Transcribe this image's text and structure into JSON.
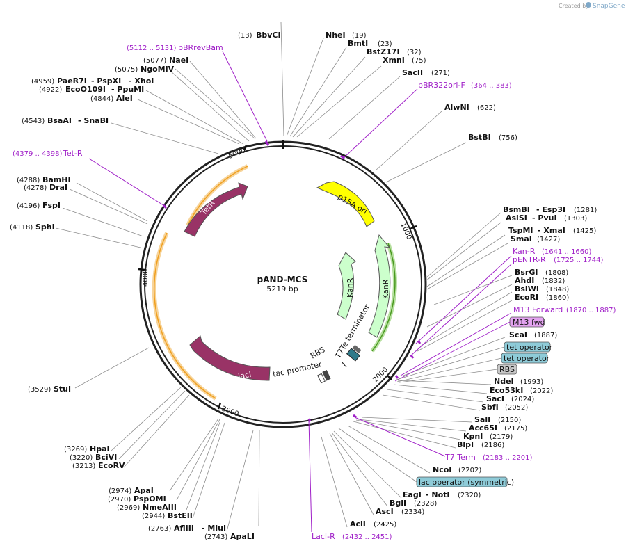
{
  "credit": {
    "prefix": "Created by",
    "brand": "SnapGene"
  },
  "plasmid": {
    "name": "pAND-MCS",
    "size_label": "5219 bp"
  },
  "ruler": [
    {
      "label": "1000"
    },
    {
      "label": "2000"
    },
    {
      "label": "3000"
    },
    {
      "label": "4000"
    },
    {
      "label": "5000"
    }
  ],
  "features": [
    {
      "name": "p15A ori",
      "color": "#ffff00"
    },
    {
      "name": "KanR",
      "color": "#ccffcc"
    },
    {
      "name": "KanR",
      "color": "#ccffcc"
    },
    {
      "name": "TetR",
      "color": "#993366"
    },
    {
      "name": "lacI",
      "color": "#993366"
    },
    {
      "name": "tac promoter",
      "color": "#ffffff"
    },
    {
      "name": "RBS",
      "color": "#ffffff"
    },
    {
      "name": "T7Te terminator",
      "color": "#ffffff"
    }
  ],
  "enzymes": [
    {
      "name": "BbvCI",
      "pos": "(13)"
    },
    {
      "name": "NheI",
      "pos": "(19)"
    },
    {
      "name": "BmtI",
      "pos": "(23)"
    },
    {
      "name": "BstZ17I",
      "pos": "(32)"
    },
    {
      "name": "XmnI",
      "pos": "(75)"
    },
    {
      "name": "SacII",
      "pos": "(271)"
    },
    {
      "name": "AlwNI",
      "pos": "(622)"
    },
    {
      "name": "BstBI",
      "pos": "(756)"
    },
    {
      "name": "BsmBI",
      "pos": "(1281)",
      "partner": "- Esp3I"
    },
    {
      "name": "AsiSI",
      "pos": "(1303)",
      "partner": "- PvuI"
    },
    {
      "name": "TspMI",
      "pos": "(1425)",
      "partner": "- XmaI"
    },
    {
      "name": "SmaI",
      "pos": "(1427)"
    },
    {
      "name": "BsrGI",
      "pos": "(1808)"
    },
    {
      "name": "AhdI",
      "pos": "(1832)"
    },
    {
      "name": "BsiWI",
      "pos": "(1848)"
    },
    {
      "name": "EcoRI",
      "pos": "(1860)"
    },
    {
      "name": "ScaI",
      "pos": "(1887)"
    },
    {
      "name": "NdeI",
      "pos": "(1993)"
    },
    {
      "name": "Eco53kI",
      "pos": "(2022)"
    },
    {
      "name": "SacI",
      "pos": "(2024)"
    },
    {
      "name": "SbfI",
      "pos": "(2052)"
    },
    {
      "name": "SalI",
      "pos": "(2150)"
    },
    {
      "name": "Acc65I",
      "pos": "(2175)"
    },
    {
      "name": "KpnI",
      "pos": "(2179)"
    },
    {
      "name": "BlpI",
      "pos": "(2186)"
    },
    {
      "name": "NcoI",
      "pos": "(2202)"
    },
    {
      "name": "EagI",
      "pos": "(2320)",
      "partner": "- NotI"
    },
    {
      "name": "BglI",
      "pos": "(2328)"
    },
    {
      "name": "AscI",
      "pos": "(2334)"
    },
    {
      "name": "AclI",
      "pos": "(2425)"
    },
    {
      "name": "ApaLI",
      "pos": "(2743)"
    },
    {
      "name": "AflIII",
      "pos": "(2763)",
      "partner": "- MluI"
    },
    {
      "name": "BstEII",
      "pos": "(2944)"
    },
    {
      "name": "NmeAIII",
      "pos": "(2969)"
    },
    {
      "name": "PspOMI",
      "pos": "(2970)"
    },
    {
      "name": "ApaI",
      "pos": "(2974)"
    },
    {
      "name": "EcoRV",
      "pos": "(3213)"
    },
    {
      "name": "BciVI",
      "pos": "(3220)"
    },
    {
      "name": "HpaI",
      "pos": "(3269)"
    },
    {
      "name": "StuI",
      "pos": "(3529)"
    },
    {
      "name": "SphI",
      "pos": "(4118)"
    },
    {
      "name": "FspI",
      "pos": "(4196)"
    },
    {
      "name": "DraI",
      "pos": "(4278)"
    },
    {
      "name": "BamHI",
      "pos": "(4288)"
    },
    {
      "name": "BsaAI",
      "pos": "(4543)",
      "partner": "- SnaBI"
    },
    {
      "name": "AleI",
      "pos": "(4844)"
    },
    {
      "name": "EcoO109I",
      "pos": "(4922)",
      "partner": "- PpuMI"
    },
    {
      "name": "PaeR7I",
      "pos": "(4959)",
      "partner": "- PspXI",
      "partner2": "- XhoI"
    },
    {
      "name": "NgoMIV",
      "pos": "(5075)"
    },
    {
      "name": "NaeI",
      "pos": "(5077)"
    }
  ],
  "primers": [
    {
      "name": "pBRrevBam",
      "pos": "(5112 .. 5131)"
    },
    {
      "name": "pBR322ori-F",
      "pos": "(364 .. 383)"
    },
    {
      "name": "Kan-R",
      "pos": "(1641 .. 1660)"
    },
    {
      "name": "pENTR-R",
      "pos": "(1725 .. 1744)"
    },
    {
      "name": "M13 Forward",
      "pos": "(1870 .. 1887)"
    },
    {
      "name": "T7 Term",
      "pos": "(2183 .. 2201)"
    },
    {
      "name": "LacI-R",
      "pos": "(2432 .. 2451)"
    },
    {
      "name": "Tet-R",
      "pos": "(4379 .. 4398)"
    }
  ],
  "boxed_features": [
    {
      "name": "M13 fwd",
      "color": "#e3a3f0"
    },
    {
      "name": "tet operator",
      "color": "#8ecbd8"
    },
    {
      "name": "tet operator",
      "color": "#8ecbd8"
    },
    {
      "name": "RBS",
      "color": "#c8c8c8"
    },
    {
      "name": "lac operator (symmetric)",
      "color": "#8ecbd8"
    }
  ]
}
